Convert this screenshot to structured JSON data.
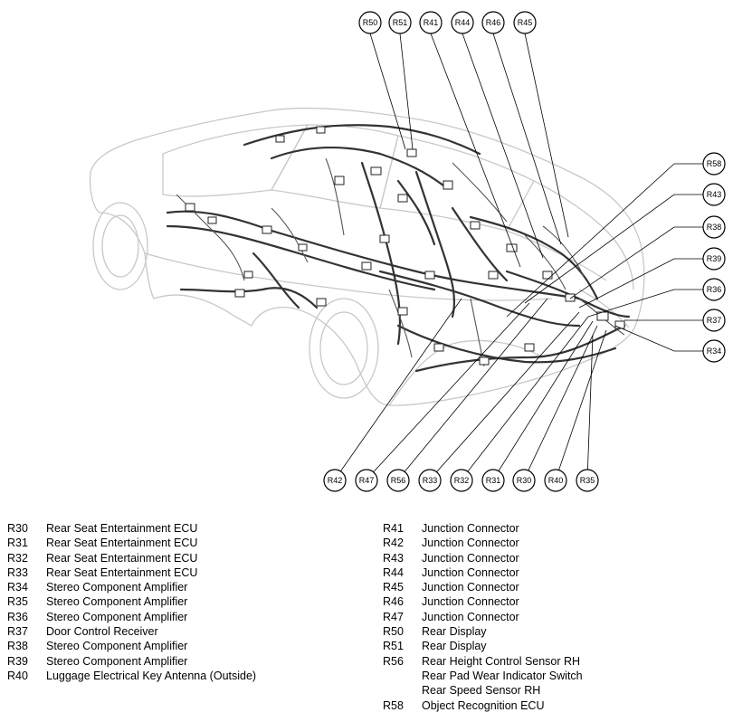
{
  "callouts": {
    "R50": "R50",
    "R51": "R51",
    "R41": "R41",
    "R44": "R44",
    "R46": "R46",
    "R45": "R45",
    "R58": "R58",
    "R43": "R43",
    "R38": "R38",
    "R39": "R39",
    "R36": "R36",
    "R37": "R37",
    "R34": "R34",
    "R42": "R42",
    "R47": "R47",
    "R56": "R56",
    "R33": "R33",
    "R32": "R32",
    "R31": "R31",
    "R30": "R30",
    "R40": "R40",
    "R35": "R35"
  },
  "legend_left": [
    {
      "code": "R30",
      "name": "Rear Seat Entertainment ECU"
    },
    {
      "code": "R31",
      "name": "Rear Seat Entertainment ECU"
    },
    {
      "code": "R32",
      "name": "Rear Seat Entertainment ECU"
    },
    {
      "code": "R33",
      "name": "Rear Seat Entertainment ECU"
    },
    {
      "code": "R34",
      "name": "Stereo Component Amplifier"
    },
    {
      "code": "R35",
      "name": "Stereo Component Amplifier"
    },
    {
      "code": "R36",
      "name": "Stereo Component Amplifier"
    },
    {
      "code": "R37",
      "name": "Door Control Receiver"
    },
    {
      "code": "R38",
      "name": "Stereo Component Amplifier"
    },
    {
      "code": "R39",
      "name": "Stereo Component Amplifier"
    },
    {
      "code": "R40",
      "name": "Luggage Electrical Key Antenna (Outside)"
    }
  ],
  "legend_right": [
    {
      "code": "R41",
      "name": "Junction Connector"
    },
    {
      "code": "R42",
      "name": "Junction Connector"
    },
    {
      "code": "R43",
      "name": "Junction Connector"
    },
    {
      "code": "R44",
      "name": "Junction Connector"
    },
    {
      "code": "R45",
      "name": "Junction Connector"
    },
    {
      "code": "R46",
      "name": "Junction Connector"
    },
    {
      "code": "R47",
      "name": "Junction Connector"
    },
    {
      "code": "R50",
      "name": "Rear Display"
    },
    {
      "code": "R51",
      "name": "Rear Display"
    },
    {
      "code": "R56",
      "name": "Rear Height Control Sensor RH"
    },
    {
      "code": "",
      "name": "Rear Pad Wear Indicator Switch"
    },
    {
      "code": "",
      "name": "Rear Speed Sensor RH"
    },
    {
      "code": "R58",
      "name": "Object Recognition ECU"
    }
  ]
}
